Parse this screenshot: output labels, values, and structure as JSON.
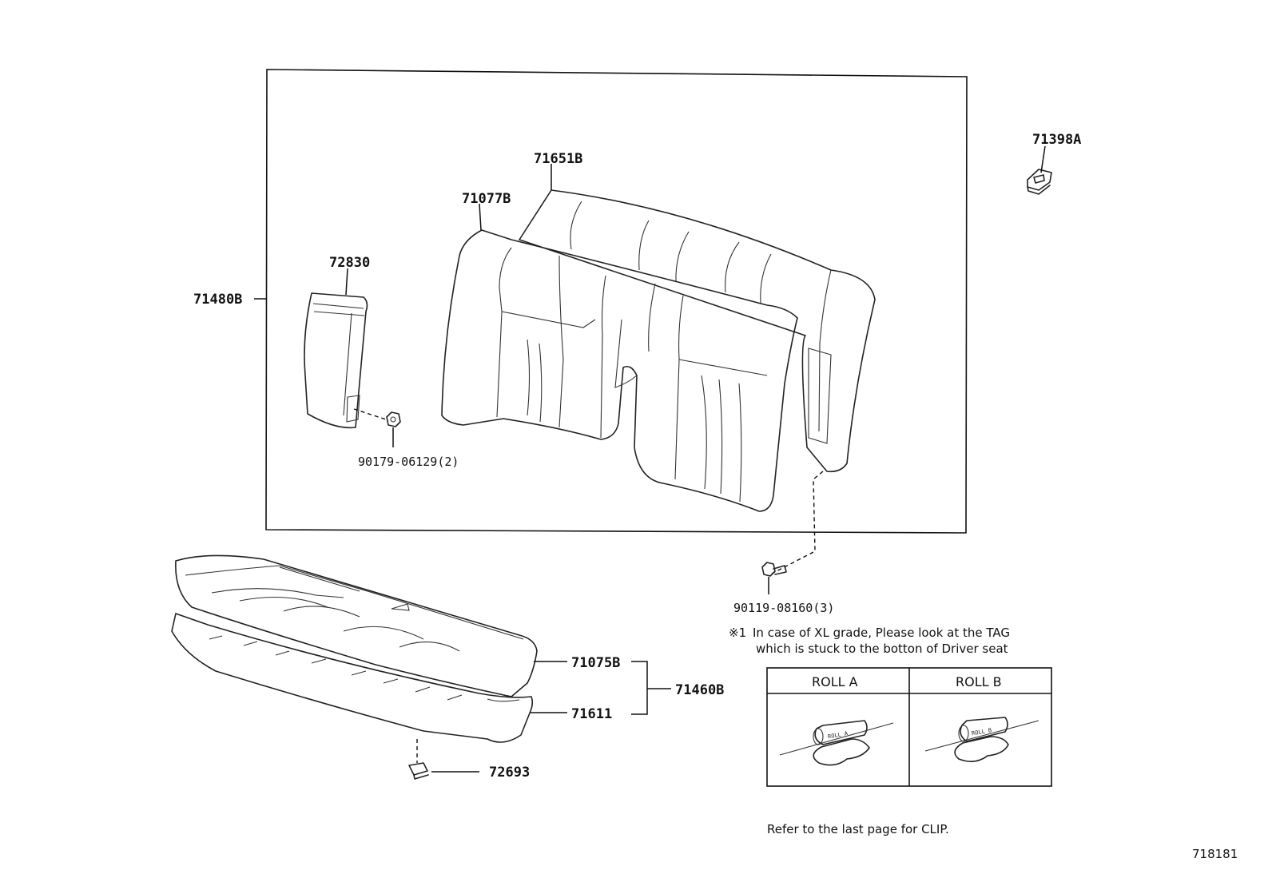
{
  "parts": {
    "p71398A": "71398A",
    "p71651B": "71651B",
    "p71077B": "71077B",
    "p72830": "72830",
    "p71480B": "71480B",
    "p90179": "90179-06129(2)",
    "p90119": "90119-08160(3)",
    "p71075B": "71075B",
    "p71460B": "71460B",
    "p71611": "71611",
    "p72693": "72693"
  },
  "note": {
    "mark": "※1",
    "line1": "In case of XL grade, Please look at the TAG",
    "line2": "which is stuck to the botton of Driver seat"
  },
  "roll_table": {
    "col_a": "ROLL A",
    "col_b": "ROLL B",
    "tag_a": "ROLL A",
    "tag_b": "ROLL B"
  },
  "footer": {
    "clip_note": "Refer to the last page for CLIP.",
    "figure_number": "718181"
  }
}
